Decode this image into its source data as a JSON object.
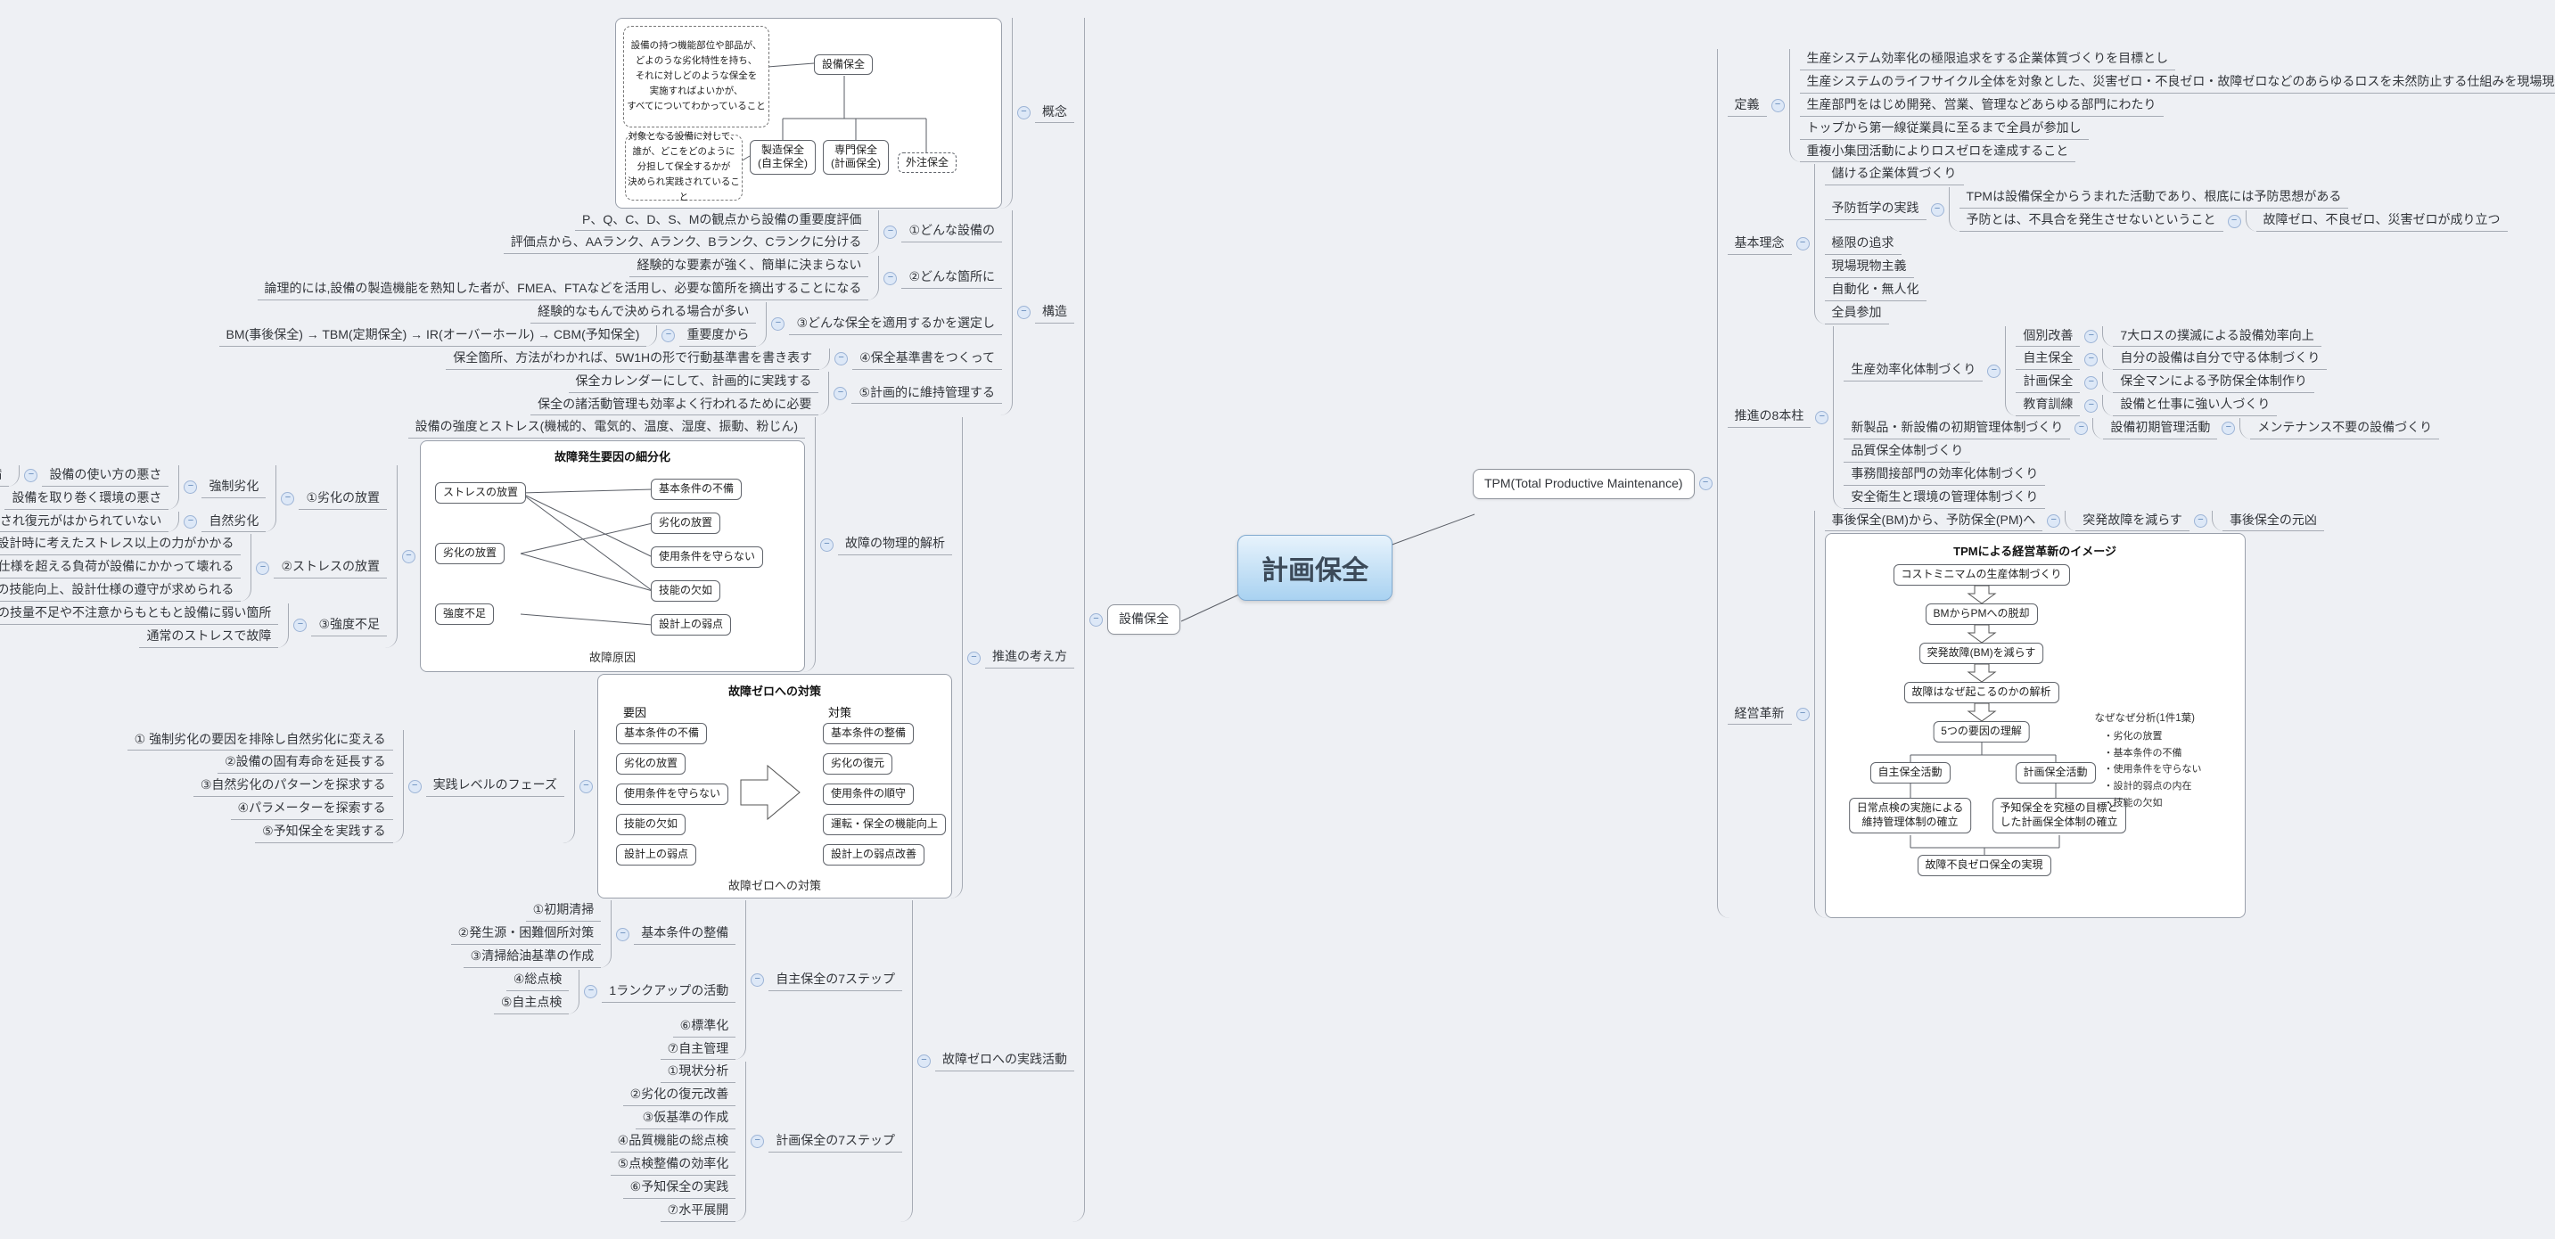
{
  "root": {
    "label": "計画保全"
  },
  "collapse_glyph": "−",
  "colors": {
    "background": "#eef0f4",
    "root_fill_top": "#e7f3fc",
    "root_fill_bottom": "#a9d2f1",
    "root_border": "#7fa9cf",
    "line": "#a6abb4",
    "icon_fill": "#dde8f7"
  },
  "left_tree": {
    "label": "設備保全",
    "box": true,
    "children": [
      {
        "label": "概念",
        "children": [
          {
            "figure": "gainen"
          }
        ]
      },
      {
        "label": "構造",
        "children": [
          {
            "label": "①どんな設備の",
            "children": [
              {
                "label": "P、Q、C、D、S、Mの観点から設備の重要度評価"
              },
              {
                "label": "評価点から、AAランク、Aランク、Bランク、Cランクに分ける"
              }
            ]
          },
          {
            "label": "②どんな箇所に",
            "children": [
              {
                "label": "経験的な要素が強く、簡単に決まらない"
              },
              {
                "label": "論理的には,設備の製造機能を熟知した者が、FMEA、FTAなどを活用し、必要な箇所を摘出することになる"
              }
            ]
          },
          {
            "label": "③どんな保全を適用するかを選定し",
            "children": [
              {
                "label": "経験的なもんで決められる場合が多い"
              },
              {
                "label": "重要度から",
                "children": [
                  {
                    "label": "BM(事後保全) → TBM(定期保全) → IR(オーバーホール) → CBM(予知保全)"
                  }
                ]
              }
            ]
          },
          {
            "label": "④保全基準書をつくって",
            "children": [
              {
                "label": "保全箇所、方法がわかれば、5W1Hの形で行動基準書を書き表す"
              }
            ]
          },
          {
            "label": "⑤計画的に維持管理する",
            "children": [
              {
                "label": "保全カレンダーにして、計画的に実践する"
              },
              {
                "label": "保全の諸活動管理も効率よく行われるために必要"
              }
            ]
          }
        ]
      },
      {
        "label": "推進の考え方",
        "children": [
          {
            "label": "故障の物理的解析",
            "children": [
              {
                "label": "設備の強度とストレス(機械的、電気的、温度、湿度、振動、粉じん)"
              },
              {
                "figure": "kosho",
                "children": [
                  {
                    "label": "①劣化の放置",
                    "children": [
                      {
                        "label": "強制劣化",
                        "children": [
                          {
                            "label": "設備の使い方の悪さ",
                            "children": [
                              {
                                "label": "清掃、給油、増締めといった設備の基本条件の不備"
                              }
                            ]
                          },
                          {
                            "label": "設備を取り巻く環境の悪さ"
                          }
                        ]
                      },
                      {
                        "label": "自然劣化",
                        "children": [
                          {
                            "label": "寿命になったものがそのまま放置され復元がはかられていない"
                          }
                        ]
                      }
                    ]
                  },
                  {
                    "label": "②ストレスの放置",
                    "children": [
                      {
                        "label": "強度が十分にあるにも関わらず、設計時に考えたストレス以上の力がかかる"
                      },
                      {
                        "label": "故意であるないに関わらず、設備の使い方が悪く設計仕様を超える負荷が設備にかかって壊れる"
                      },
                      {
                        "label": "専門保全やオペレーターの技能向上、設計仕様の遵守が求められる"
                      }
                    ]
                  },
                  {
                    "label": "③強度不足",
                    "children": [
                      {
                        "label": "設備設計者の技量不足や不注意からもともと設備に弱い箇所"
                      },
                      {
                        "label": "通常のストレスで故障"
                      }
                    ]
                  }
                ]
              }
            ]
          },
          {
            "figure": "taisaku",
            "children": [
              {
                "label": "実践レベルのフェーズ",
                "children": [
                  {
                    "label": "① 強制劣化の要因を排除し自然劣化に変える"
                  },
                  {
                    "label": "②設備の固有寿命を延長する"
                  },
                  {
                    "label": "③自然劣化のパターンを探求する"
                  },
                  {
                    "label": "④パラメーターを探索する"
                  },
                  {
                    "label": "⑤予知保全を実践する"
                  }
                ]
              }
            ]
          }
        ]
      },
      {
        "label": "故障ゼロへの実践活動",
        "children": [
          {
            "label": "自主保全の7ステップ",
            "children": [
              {
                "label": "基本条件の整備",
                "children": [
                  {
                    "label": "①初期清掃"
                  },
                  {
                    "label": "②発生源・困難個所対策"
                  },
                  {
                    "label": "③清掃給油基準の作成"
                  }
                ]
              },
              {
                "label": "1ランクアップの活動",
                "children": [
                  {
                    "label": "④総点検"
                  },
                  {
                    "label": "⑤自主点検"
                  }
                ]
              },
              {
                "label": "⑥標準化"
              },
              {
                "label": "⑦自主管理"
              }
            ]
          },
          {
            "label": "計画保全の7ステップ",
            "children": [
              {
                "label": "①現状分析"
              },
              {
                "label": "②劣化の復元改善"
              },
              {
                "label": "③仮基準の作成"
              },
              {
                "label": "④品質機能の総点検"
              },
              {
                "label": "⑤点検整備の効率化"
              },
              {
                "label": "⑥予知保全の実践"
              },
              {
                "label": "⑦水平展開"
              }
            ]
          }
        ]
      }
    ]
  },
  "right_tree": {
    "label": "TPM(Total Productive Maintenance)",
    "box": true,
    "children": [
      {
        "label": "定義",
        "children": [
          {
            "label": "生産システム効率化の極限追求をする企業体質づくりを目標とし"
          },
          {
            "label": "生産システムのライフサイクル全体を対象とした、災害ゼロ・不良ゼロ・故障ゼロなどのあらゆるロスを未然防止する仕組みを現場現物で構築し"
          },
          {
            "label": "生産部門をはじめ開発、営業、管理などあらゆる部門にわたり"
          },
          {
            "label": "トップから第一線従業員に至るまで全員が参加し"
          },
          {
            "label": "重複小集団活動によりロスゼロを達成すること"
          }
        ]
      },
      {
        "label": "基本理念",
        "children": [
          {
            "label": "儲ける企業体質づくり"
          },
          {
            "label": "予防哲学の実践",
            "children": [
              {
                "label": "TPMは設備保全からうまれた活動であり、根底には予防思想がある"
              },
              {
                "label": "予防とは、不具合を発生させないということ",
                "children": [
                  {
                    "label": "故障ゼロ、不良ゼロ、災害ゼロが成り立つ"
                  }
                ]
              }
            ]
          },
          {
            "label": "極限の追求"
          },
          {
            "label": "現場現物主義"
          },
          {
            "label": "自動化・無人化"
          },
          {
            "label": "全員参加"
          }
        ]
      },
      {
        "label": "推進の8本柱",
        "children": [
          {
            "label": "生産効率化体制づくり",
            "children": [
              {
                "label": "個別改善",
                "children": [
                  {
                    "label": "7大ロスの撲滅による設備効率向上"
                  }
                ]
              },
              {
                "label": "自主保全",
                "children": [
                  {
                    "label": "自分の設備は自分で守る体制づくり"
                  }
                ]
              },
              {
                "label": "計画保全",
                "children": [
                  {
                    "label": "保全マンによる予防保全体制作り"
                  }
                ]
              },
              {
                "label": "教育訓練",
                "children": [
                  {
                    "label": "設備と仕事に強い人づくり"
                  }
                ]
              }
            ]
          },
          {
            "label": "新製品・新設備の初期管理体制づくり",
            "children": [
              {
                "label": "設備初期管理活動",
                "children": [
                  {
                    "label": "メンテナンス不要の設備づくり"
                  }
                ]
              }
            ]
          },
          {
            "label": "品質保全体制づくり"
          },
          {
            "label": "事務間接部門の効率化体制づくり"
          },
          {
            "label": "安全衛生と環境の管理体制づくり"
          }
        ]
      },
      {
        "label": "経営革新",
        "children": [
          {
            "label": "事後保全(BM)から、予防保全(PM)へ",
            "children": [
              {
                "label": "突発故障を減らす",
                "children": [
                  {
                    "label": "事後保全の元凶"
                  }
                ]
              }
            ]
          },
          {
            "figure": "keiei"
          }
        ]
      }
    ]
  },
  "figures": {
    "gainen": {
      "note1_lines": [
        "設備の持つ機能部位や部品が、",
        "どよのうな劣化特性を持ち、",
        "それに対しどのような保全を",
        "実施すればよいかが、",
        "すべてについてわかっていること"
      ],
      "note2_lines": [
        "対象となる設備に対して、",
        "誰が、どこをどのように",
        "分担して保全するかが",
        "決められ実践されていること"
      ],
      "root_box": "設備保全",
      "child1": "製造保全\n(自主保全)",
      "child2": "専門保全\n(計画保全)",
      "child3": "外注保全"
    },
    "kosho": {
      "title": "故障発生要因の細分化",
      "left": [
        "ストレスの放置",
        "劣化の放置",
        "強度不足"
      ],
      "right": [
        "基本条件の不備",
        "劣化の放置",
        "使用条件を守らない",
        "技能の欠如",
        "設計上の弱点"
      ],
      "links": [
        [
          0,
          0
        ],
        [
          0,
          2
        ],
        [
          0,
          3
        ],
        [
          1,
          1
        ],
        [
          1,
          3
        ],
        [
          2,
          4
        ]
      ],
      "caption": "故障原因"
    },
    "taisaku": {
      "title": "故障ゼロへの対策",
      "col1_header": "要因",
      "col2_header": "対策",
      "col1": [
        "基本条件の不備",
        "劣化の放置",
        "使用条件を守らない",
        "技能の欠如",
        "設計上の弱点"
      ],
      "col2": [
        "基本条件の整備",
        "劣化の復元",
        "使用条件の順守",
        "運転・保全の機能向上",
        "設計上の弱点改善"
      ],
      "caption": "故障ゼロへの対策"
    },
    "keiei": {
      "title": "TPMによる経営革新のイメージ",
      "flow": [
        "コストミニマムの生産体制づくり",
        "BMからPMへの脱却",
        "突発故障(BM)を減らす",
        "故障はなぜ起こるのかの解析",
        "5つの要因の理解"
      ],
      "branch_left": "自主保全活動",
      "branch_right": "計画保全活動",
      "result_left": "日常点検の実施による\n維持管理体制の確立",
      "result_right": "予知保全を究極の目標と\nした計画保全体制の確立",
      "merge": "故障不良ゼロ保全の実現",
      "note_title": "なぜなぜ分析(1件1葉)",
      "note_items": [
        "・劣化の放置",
        "・基本条件の不備",
        "・使用条件を守らない",
        "・設計的弱点の内在",
        "・技能の欠如"
      ]
    }
  }
}
